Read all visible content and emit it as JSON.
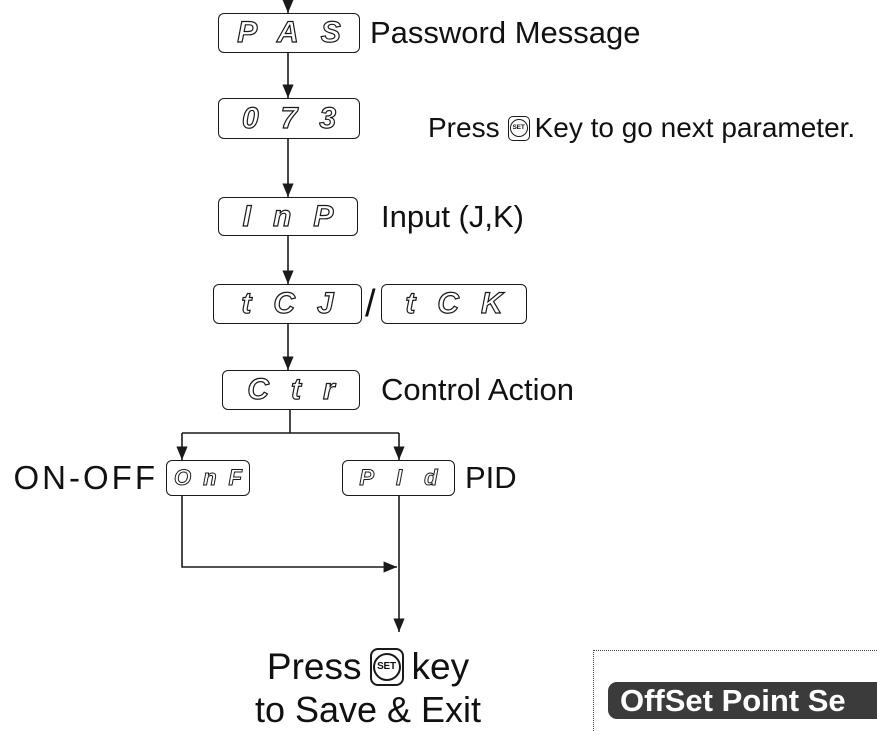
{
  "set_key": {
    "label": "SET",
    "icon": "set-key"
  },
  "steps": {
    "password": {
      "display": "PAS",
      "label": "Password Message"
    },
    "code": {
      "display": "073",
      "hint": {
        "before": "Press",
        "after": "Key to go next parameter."
      }
    },
    "input": {
      "display": "InP",
      "label": "Input (J,K)"
    },
    "sensor": {
      "option_j": "tCJ",
      "separator": "/",
      "option_k": "tCK"
    },
    "control": {
      "display": "Ctr",
      "label": "Control Action"
    },
    "branches": {
      "on_off": {
        "display": "OnF",
        "label": "ON-OFF"
      },
      "pid": {
        "display": "PId",
        "label": "PID"
      }
    }
  },
  "exit": {
    "before": "Press",
    "after": "key",
    "line2": "to Save & Exit"
  },
  "next_section": {
    "title": "OffSet Point Se",
    "badge_color": "#3b3b3b"
  }
}
